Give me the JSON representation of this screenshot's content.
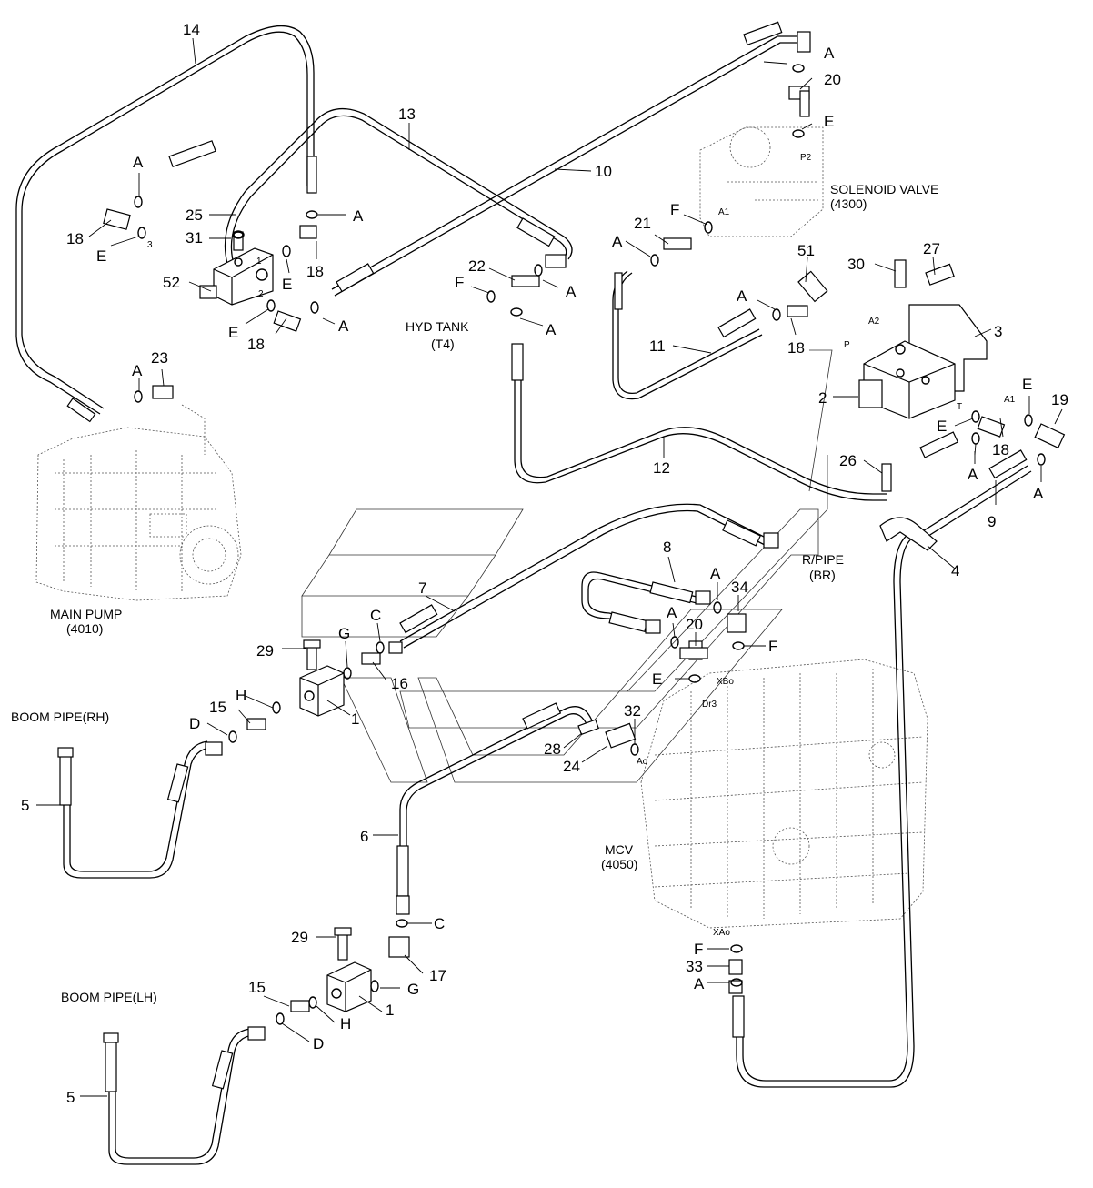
{
  "captions": {
    "solenoid_valve": [
      "SOLENOID VALVE",
      "(4300)"
    ],
    "hyd_tank": [
      "HYD TANK",
      "(T4)"
    ],
    "main_pump": [
      "MAIN PUMP",
      "(4010)"
    ],
    "r_pipe": [
      "R/PIPE",
      "(BR)"
    ],
    "boom_pipe_rh": "BOOM PIPE(RH)",
    "boom_pipe_lh": "BOOM PIPE(LH)",
    "mcv": [
      "MCV",
      "(4050)"
    ]
  },
  "port_labels": [
    "P2",
    "A1",
    "A2",
    "P",
    "T",
    "A1",
    "XBo",
    "Dr3",
    "Ao",
    "XAo",
    "1",
    "2",
    "3"
  ],
  "part_labels": [
    "14",
    "A",
    "20",
    "E",
    "13",
    "10",
    "A",
    "25",
    "A",
    "18",
    "31",
    "E",
    "18",
    "52",
    "E",
    "18",
    "A",
    "E",
    "21",
    "F",
    "A",
    "22",
    "F",
    "A",
    "A",
    "51",
    "30",
    "27",
    "3",
    "A",
    "18",
    "11",
    "2",
    "12",
    "E",
    "E",
    "19",
    "A",
    "23",
    "26",
    "A",
    "18",
    "A",
    "9",
    "4",
    "8",
    "A",
    "34",
    "7",
    "A",
    "20",
    "F",
    "C",
    "29",
    "G",
    "16",
    "E",
    "1",
    "H",
    "15",
    "D",
    "32",
    "28",
    "24",
    "5",
    "6",
    "C",
    "29",
    "17",
    "G",
    "1",
    "15",
    "H",
    "D",
    "5",
    "F",
    "33",
    "A"
  ]
}
